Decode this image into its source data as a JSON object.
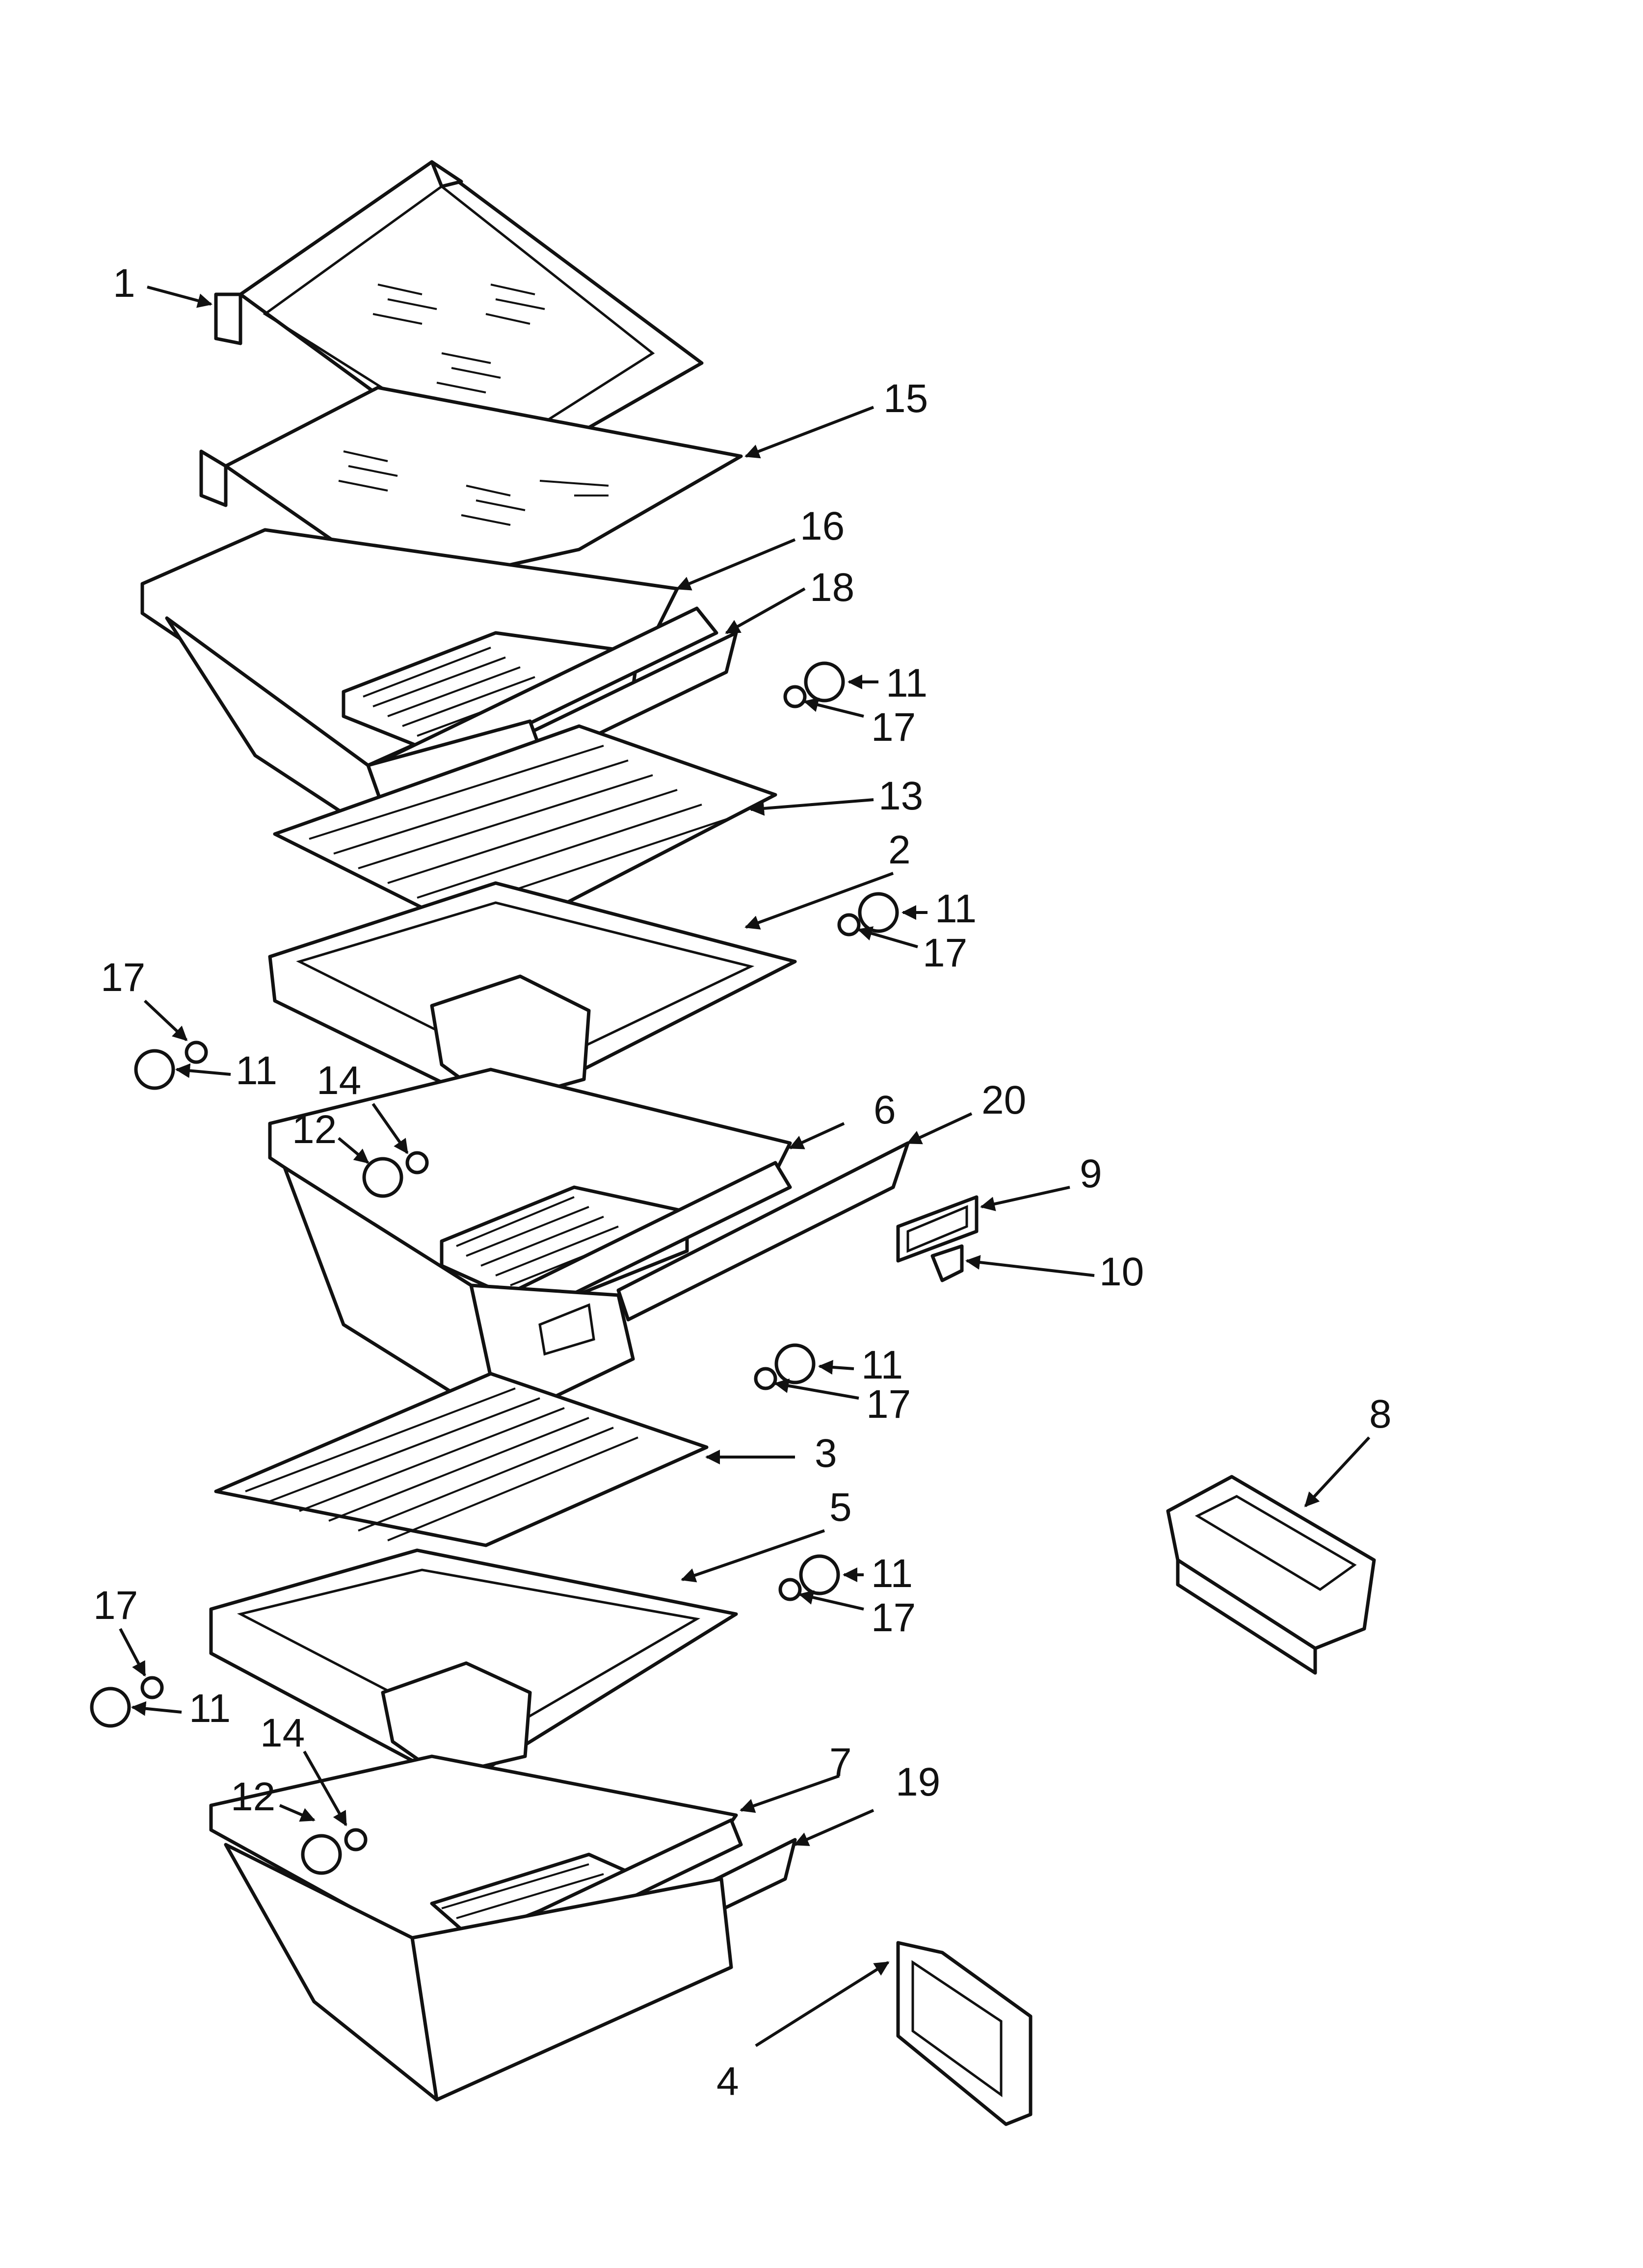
{
  "callouts": [
    "1",
    "15",
    "16",
    "18",
    "11",
    "17",
    "13",
    "2",
    "11",
    "17",
    "17",
    "11",
    "14",
    "12",
    "6",
    "20",
    "9",
    "10",
    "11",
    "17",
    "8",
    "3",
    "5",
    "11",
    "17",
    "17",
    "11",
    "14",
    "12",
    "7",
    "19",
    "4"
  ]
}
